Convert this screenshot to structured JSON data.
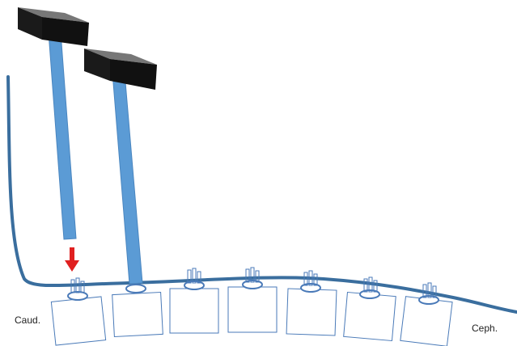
{
  "labels": {
    "caudal": "Caud.",
    "cephalic": "Ceph."
  },
  "colors": {
    "surface_line": "#3a6e9e",
    "rod": "#5b9bd5",
    "block_outline": "#4a7ab8",
    "hammer_head": "#111111",
    "arrow": "#e02020"
  },
  "elements": {
    "hammer_count": 2,
    "vertebra_count": 7,
    "indicator": "red-down-arrow"
  }
}
